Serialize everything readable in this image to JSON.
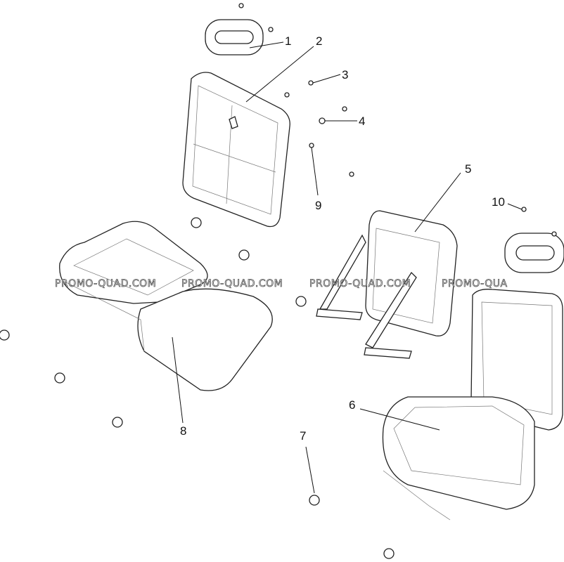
{
  "diagram": {
    "callouts": [
      "1",
      "2",
      "3",
      "4",
      "5",
      "6",
      "7",
      "8",
      "9",
      "10"
    ],
    "watermark": [
      "PROMO-QUAD.COM",
      "PROMO-QUAD.COM",
      "PROMO-QUAD.COM",
      "PROMO-QUA"
    ]
  }
}
